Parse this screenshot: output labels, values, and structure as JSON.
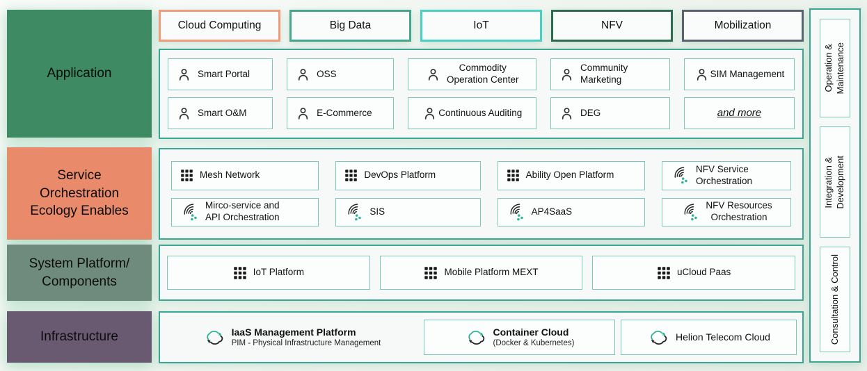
{
  "colors": {
    "container_border": "#3aa795",
    "subbox_border": "#79c8b9",
    "row_application": "#3d8a63",
    "row_service": "#e98a6b",
    "row_system": "#6f8b7d",
    "row_infrastructure": "#695a72",
    "tab_cloud_computing": "#f09b79",
    "tab_big_data": "#45a68b",
    "tab_iot": "#4bd0c3",
    "tab_nfv": "#2c6b51",
    "tab_mobilization": "#59626e",
    "icon_green": "#2eb398"
  },
  "left_rows": [
    {
      "label": "Application",
      "color": "#3d8a63"
    },
    {
      "label": "Service\nOrchestration\nEcology Enables",
      "color": "#e98a6b"
    },
    {
      "label": "System Platform/\nComponents",
      "color": "#6f8b7d"
    },
    {
      "label": "Infrastructure",
      "color": "#695a72"
    }
  ],
  "tabs": [
    {
      "label": "Cloud Computing",
      "border": "#f09b79"
    },
    {
      "label": "Big Data",
      "border": "#45a68b"
    },
    {
      "label": "IoT",
      "border": "#4bd0c3"
    },
    {
      "label": "NFV",
      "border": "#2c6b51"
    },
    {
      "label": "Mobilization",
      "border": "#59626e"
    }
  ],
  "application": {
    "items": [
      {
        "label": "Smart Portal",
        "icon": "person-icon"
      },
      {
        "label": "OSS",
        "icon": "person-icon"
      },
      {
        "label": "Commodity\nOperation Center",
        "icon": "person-icon"
      },
      {
        "label": "Community\nMarketing",
        "icon": "person-icon"
      },
      {
        "label": "SIM Management",
        "icon": "person-icon"
      },
      {
        "label": "Smart O&M",
        "icon": "person-icon"
      },
      {
        "label": "E-Commerce",
        "icon": "person-icon"
      },
      {
        "label": "Continuous Auditing",
        "icon": "person-icon"
      },
      {
        "label": "DEG",
        "icon": "person-icon"
      },
      {
        "label": "and more",
        "icon": "none"
      }
    ]
  },
  "service": {
    "items": [
      {
        "label": "Mesh Network",
        "icon": "grid-icon"
      },
      {
        "label": "DevOps Platform",
        "icon": "grid-icon"
      },
      {
        "label": "Ability Open Platform",
        "icon": "grid-icon"
      },
      {
        "label": "NFV Service\nOrchestration",
        "icon": "swirl-icon"
      },
      {
        "label": "Mirco-service and\nAPI Orchestration",
        "icon": "swirl-icon"
      },
      {
        "label": "SIS",
        "icon": "swirl-icon"
      },
      {
        "label": "AP4SaaS",
        "icon": "swirl-icon"
      },
      {
        "label": "NFV Resources\nOrchestration",
        "icon": "swirl-icon"
      }
    ]
  },
  "system": {
    "items": [
      {
        "label": "IoT Platform",
        "icon": "grid-icon"
      },
      {
        "label": "Mobile Platform MEXT",
        "icon": "grid-icon"
      },
      {
        "label": "uCloud Paas",
        "icon": "grid-icon"
      }
    ]
  },
  "infrastructure": {
    "items": [
      {
        "title": "IaaS Management Platform",
        "subtitle": "PIM - Physical Infrastructure Management",
        "icon": "cloud-sync-icon",
        "boxed": false
      },
      {
        "title": "Container Cloud",
        "subtitle": "(Docker & Kubernetes)",
        "icon": "cloud-sync-icon",
        "boxed": true
      },
      {
        "title": "Helion Telecom Cloud",
        "subtitle": "",
        "icon": "cloud-sync-icon",
        "boxed": true
      }
    ]
  },
  "right_panel": {
    "items": [
      {
        "label": "Operation &\nMaintenance"
      },
      {
        "label": "Integration &\nDevelopment"
      },
      {
        "label": "Consultation & Control"
      }
    ]
  }
}
